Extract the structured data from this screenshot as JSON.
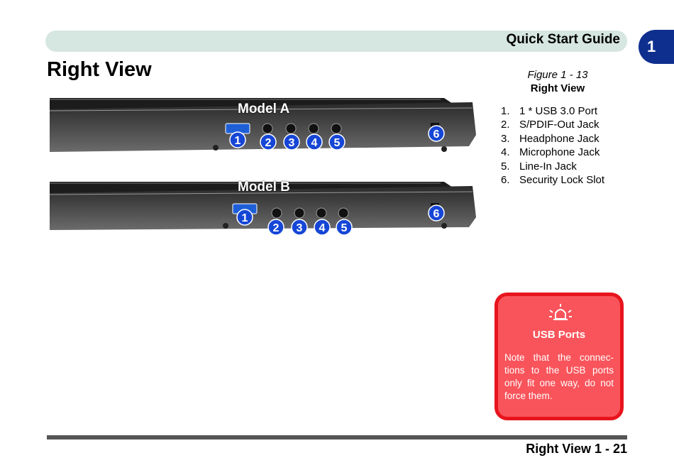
{
  "header": {
    "title": "Quick Start Guide",
    "chapter": "1"
  },
  "page": {
    "title": "Right View"
  },
  "figure": {
    "number": "Figure 1 - 13",
    "title": "Right View",
    "legend": [
      {
        "n": "1.",
        "label": "1 * USB 3.0 Port"
      },
      {
        "n": "2.",
        "label": "S/PDIF-Out Jack"
      },
      {
        "n": "3.",
        "label": "Headphone Jack"
      },
      {
        "n": "4.",
        "label": "Microphone Jack"
      },
      {
        "n": "5.",
        "label": "Line-In Jack"
      },
      {
        "n": "6.",
        "label": "Security Lock Slot"
      }
    ],
    "models": [
      {
        "label": "Model A",
        "callouts": [
          "1",
          "2",
          "3",
          "4",
          "5",
          "6"
        ]
      },
      {
        "label": "Model B",
        "callouts": [
          "1",
          "2",
          "3",
          "4",
          "5",
          "6"
        ]
      }
    ],
    "callout_color": "#1646d6"
  },
  "note": {
    "title": "USB Ports",
    "text": "Note that the connec- tions to the USB ports only fit one way, do not force them.",
    "icon": "alarm-bell-icon",
    "bg_color": "#f9545b",
    "border_color": "#e8141d"
  },
  "footer": {
    "text": "Right View 1 - 21"
  }
}
